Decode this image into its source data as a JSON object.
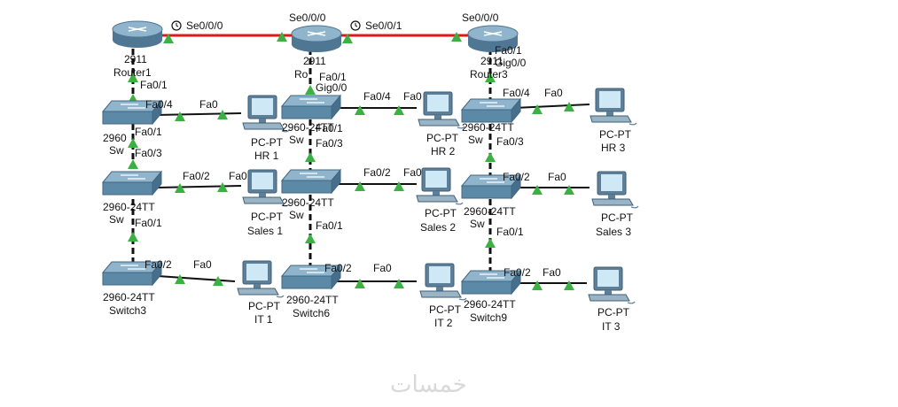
{
  "colors": {
    "serial": "#e01818",
    "ethernet": "#111111",
    "link_up": "#3cb043",
    "router_body": "#6f98b4",
    "switch_body": "#5c8aa6",
    "pc_frame": "#5d7f98",
    "pc_screen": "#cfe8f5"
  },
  "routers": [
    {
      "id": "r1",
      "model": "2911",
      "name": "Router1"
    },
    {
      "id": "r2",
      "model": "2911",
      "name": "Ro"
    },
    {
      "id": "r3",
      "model": "2911",
      "name": "Router3"
    }
  ],
  "switches": [
    {
      "id": "s1",
      "model": "2960",
      "name": "Sw"
    },
    {
      "id": "s2",
      "model": "2960-24TT",
      "name": "Sw"
    },
    {
      "id": "s3",
      "model": "2960-24TT",
      "name": "Switch3"
    },
    {
      "id": "s4",
      "model": "2960-24TT",
      "name": "Sw"
    },
    {
      "id": "s5",
      "model": "2960-24TT",
      "name": "Sw"
    },
    {
      "id": "s6",
      "model": "2960-24TT",
      "name": "Switch6"
    },
    {
      "id": "s7",
      "model": "2960-24TT",
      "name": "Sw"
    },
    {
      "id": "s8",
      "model": "2960-24TT",
      "name": "Sw"
    },
    {
      "id": "s9",
      "model": "2960-24TT",
      "name": "Switch9"
    }
  ],
  "pcs": [
    {
      "id": "hr1",
      "model": "PC-PT",
      "name": "HR 1"
    },
    {
      "id": "sales1",
      "model": "PC-PT",
      "name": "Sales 1"
    },
    {
      "id": "it1",
      "model": "PC-PT",
      "name": "IT 1"
    },
    {
      "id": "hr2",
      "model": "PC-PT",
      "name": "HR 2"
    },
    {
      "id": "sales2",
      "model": "PC-PT",
      "name": "Sales 2"
    },
    {
      "id": "it2",
      "model": "PC-PT",
      "name": "IT 2"
    },
    {
      "id": "hr3",
      "model": "PC-PT",
      "name": "HR 3"
    },
    {
      "id": "sales3",
      "model": "PC-PT",
      "name": "Sales 3"
    },
    {
      "id": "it3",
      "model": "PC-PT",
      "name": "IT 3"
    }
  ],
  "port_labels": {
    "r1_r2_a": "Se0/0/0",
    "r1_r2_b": "Se0/0/0",
    "r2_r3_a": "Se0/0/1",
    "r2_r3_b": "Se0/0/0",
    "r1_down": "Fa0/1",
    "r2_a": "Fa0/1",
    "r2_b": "Gig0/0",
    "r3_a": "Fa0/1",
    "r3_b": "Gig0/0",
    "s1_pc": "Fa0/4",
    "hr1_nic": "Fa0",
    "s1_down": "Fa0/1",
    "s2_up": "Fa0/3",
    "s2_pc": "Fa0/2",
    "sales1_nic": "Fa0",
    "s2_down": "Fa0/1",
    "s3_pc": "Fa0/2",
    "it1_nic": "Fa0",
    "s4_pc": "Fa0/4",
    "hr2_nic": "Fa0",
    "s4_down": "Fa0/1",
    "s5_up": "Fa0/3",
    "s5_pc": "Fa0/2",
    "sales2_nic": "Fa0",
    "s5_down": "Fa0/1",
    "s6_pc": "Fa0/2",
    "it2_nic": "Fa0",
    "s7_pc": "Fa0/4",
    "hr3_nic": "Fa0",
    "s7_down": "Fa0/3",
    "s8_pc": "Fa0/2",
    "sales3_nic": "Fa0",
    "s8_down": "Fa0/1",
    "s9_pc": "Fa0/2",
    "it3_nic": "Fa0"
  },
  "watermark": "خمسات"
}
